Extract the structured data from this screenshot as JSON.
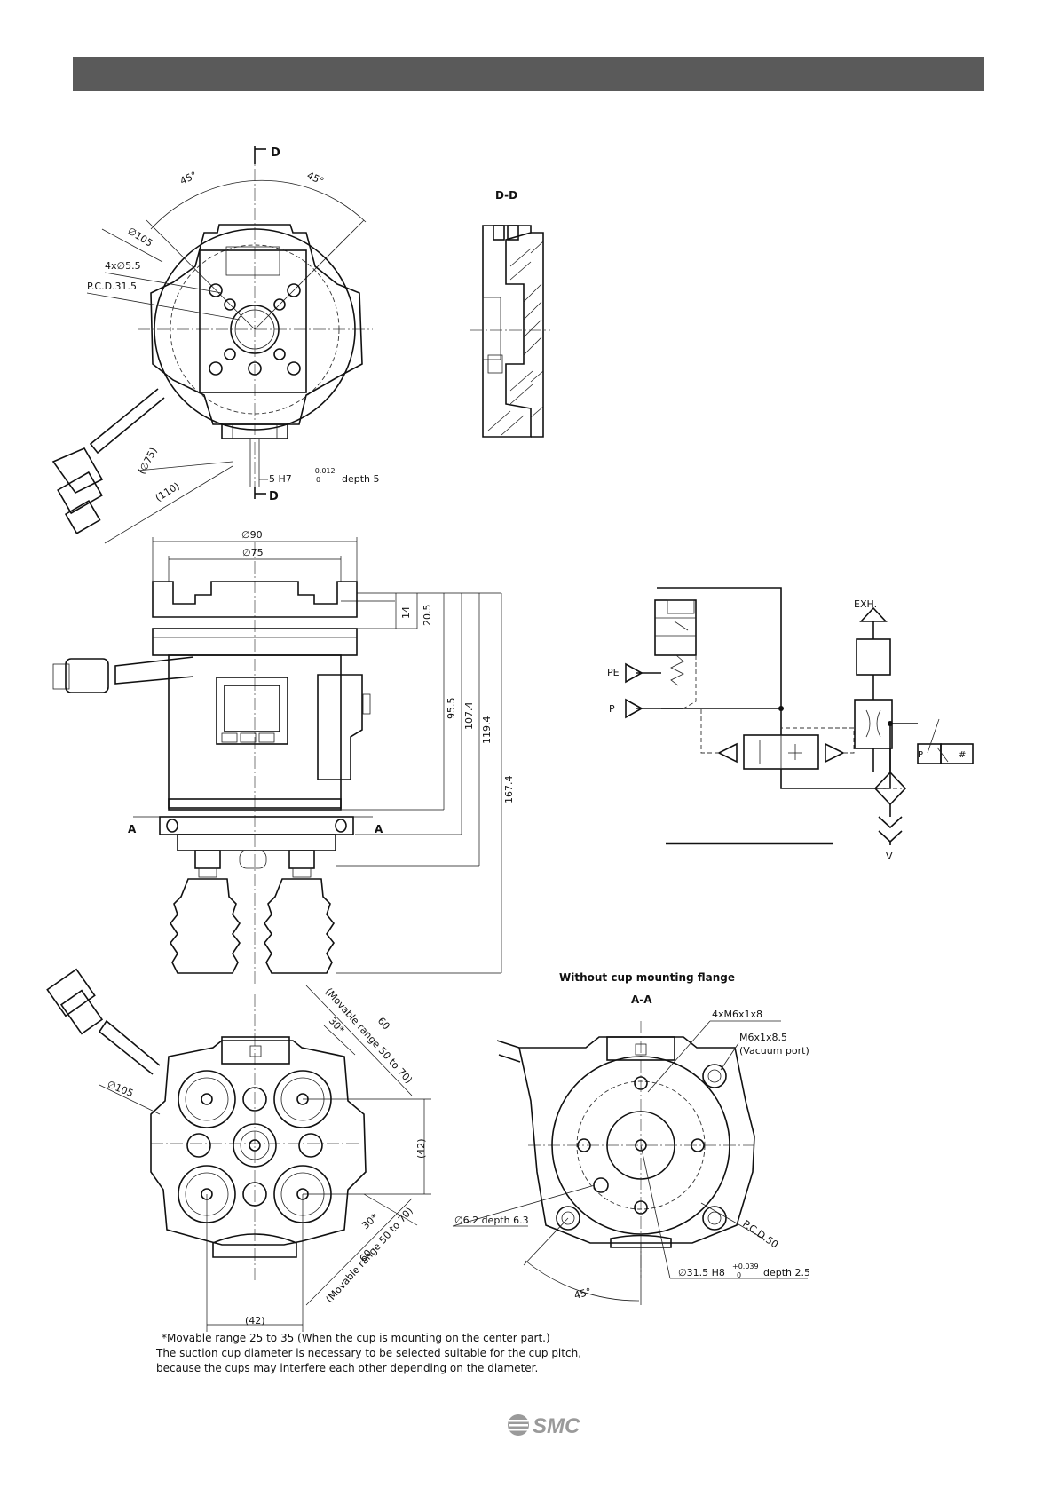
{
  "top_view": {
    "section_marker": "D",
    "angle_left": "45°",
    "angle_right": "45°",
    "dia_105": "∅105",
    "holes": "4x∅5.5",
    "pcd": "P.C.D.31.5",
    "dia_75": "(∅75)",
    "len_110": "(110)",
    "slot": "5 H7",
    "slot_tol_upper": "+0.012",
    "slot_tol_lower": "0",
    "slot_depth": "depth 5"
  },
  "section_dd": {
    "title": "D-D"
  },
  "front_view": {
    "dia_90": "∅90",
    "dia_75": "∅75",
    "dim_14": "14",
    "dim_20_5": "20.5",
    "dim_95_5": "95.5",
    "dim_107_4": "107.4",
    "dim_119_4": "119.4",
    "dim_167_4": "167.4",
    "section_a": "A"
  },
  "circuit": {
    "exh": "EXH.",
    "pe": "PE",
    "p": "P",
    "v": "V",
    "switch_p": "P",
    "switch_hash": "#"
  },
  "bottom_view": {
    "dia_105": "∅105",
    "dim_60_top": "60",
    "range_top": "(Movable range 50 to 70)",
    "dim_30_top": "30*",
    "dim_42_right": "(42)",
    "dim_30_bottom": "30*",
    "dim_60_bottom": "60",
    "range_bottom": "(Movable range 50 to 70)",
    "dim_42_bottom": "(42)"
  },
  "section_aa": {
    "caption": "Without cup mounting flange",
    "title": "A-A",
    "thread_holes": "4xM6x1x8",
    "vacuum_port": "M6x1x8.5",
    "vacuum_port_label": "(Vacuum port)",
    "hole_62": "∅6.2 depth 6.3",
    "pcd_50": "P.C.D.50",
    "bore": "∅31.5 H8",
    "bore_tol_upper": "+0.039",
    "bore_tol_lower": "0",
    "bore_depth": "depth 2.5",
    "angle": "45°"
  },
  "notes": {
    "line1": "*Movable range 25 to 35 (When the cup is mounting on the center part.)",
    "line2": "The suction cup diameter is necessary to be selected suitable for the cup pitch,",
    "line3": "because the cups may interfere each other depending on the diameter."
  },
  "logo": {
    "text": "SMC"
  }
}
